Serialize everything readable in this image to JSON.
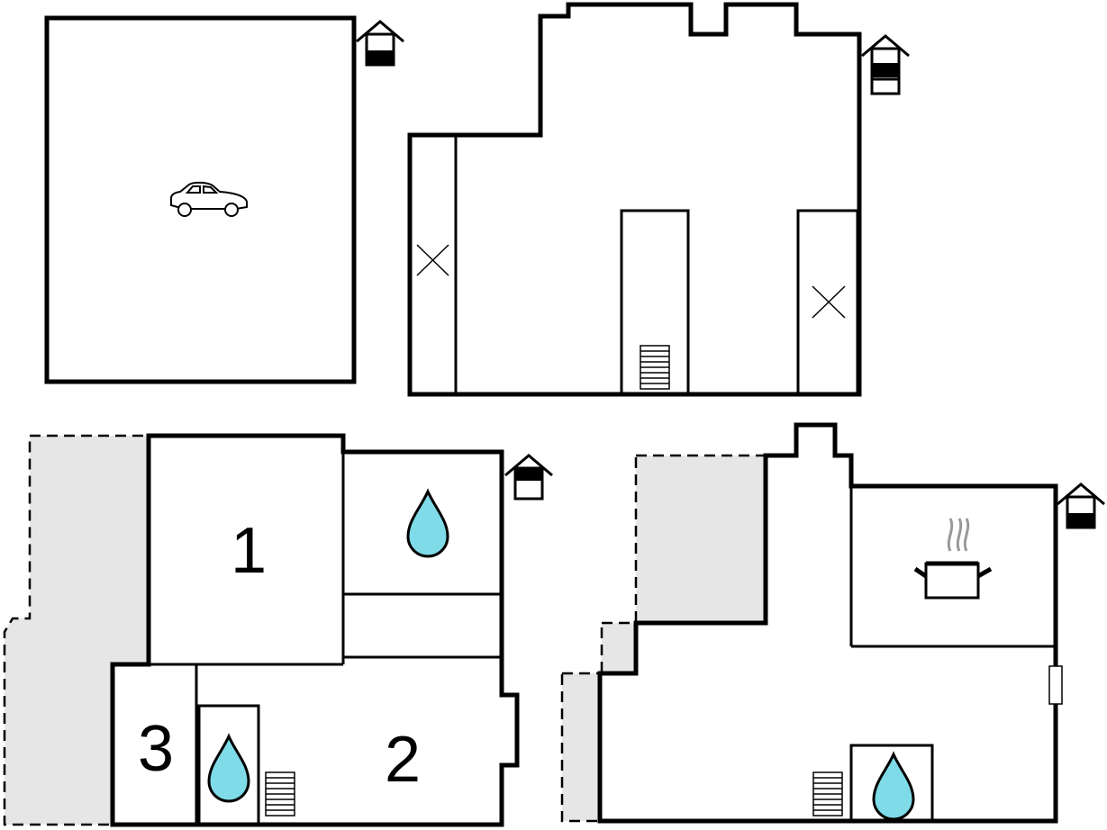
{
  "room_numbers": {
    "room1": "1",
    "room2": "2",
    "room3": "3"
  },
  "colors": {
    "water": "#7fdbe8",
    "terrace": "#e6e6e6",
    "wall": "#000000"
  },
  "icons": [
    "car-icon",
    "stairs-icon",
    "water-drop-icon",
    "cooking-pot-icon",
    "house-floor-marker-icon",
    "cross-mark-icon",
    "window-icon"
  ]
}
